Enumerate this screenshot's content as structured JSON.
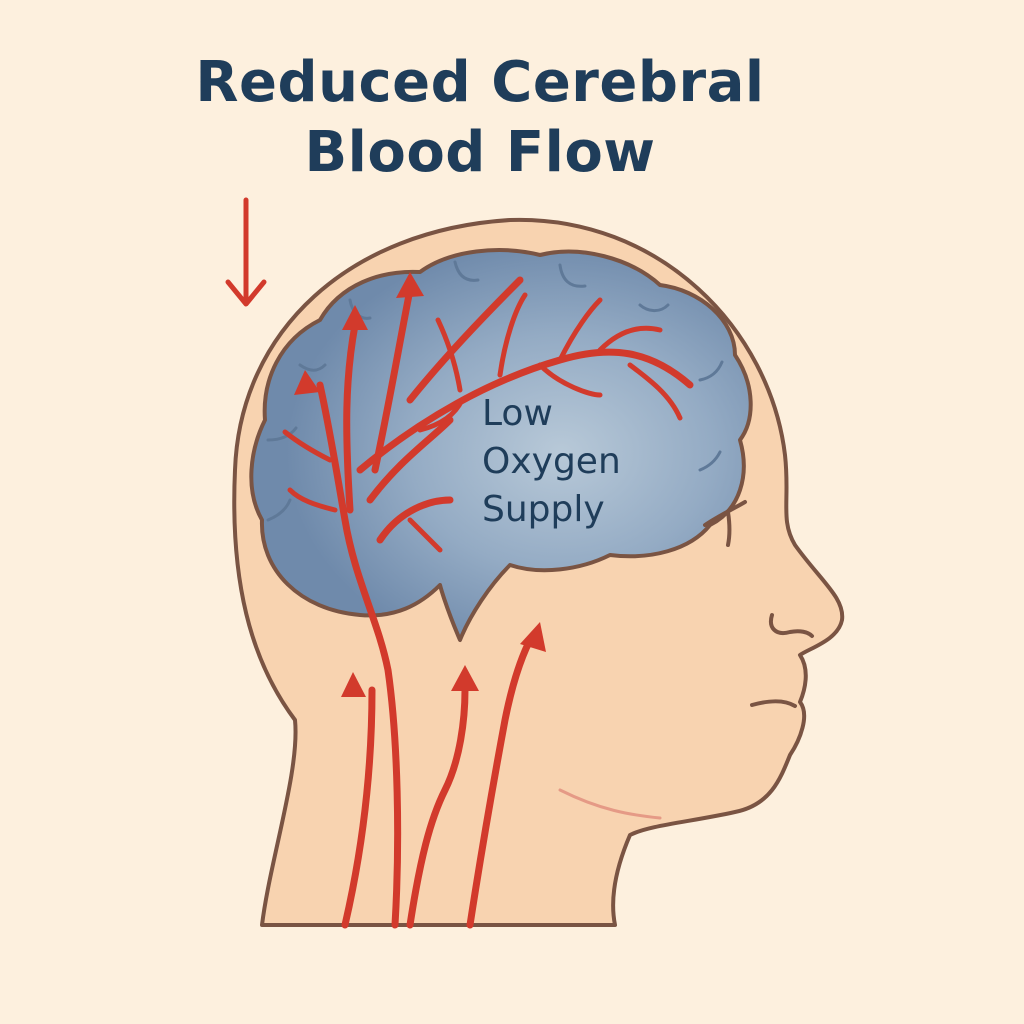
{
  "title": {
    "line1": "Reduced Cerebral",
    "line2": "Blood Flow"
  },
  "brain_label": {
    "line1": "Low",
    "line2": "Oxygen",
    "line3": "Supply"
  },
  "colors": {
    "background": "#fdf0de",
    "skin": "#f8d3b0",
    "outline": "#7a5443",
    "brain": "#7c97b6",
    "artery": "#d23a2c",
    "text": "#1f3d5a"
  }
}
